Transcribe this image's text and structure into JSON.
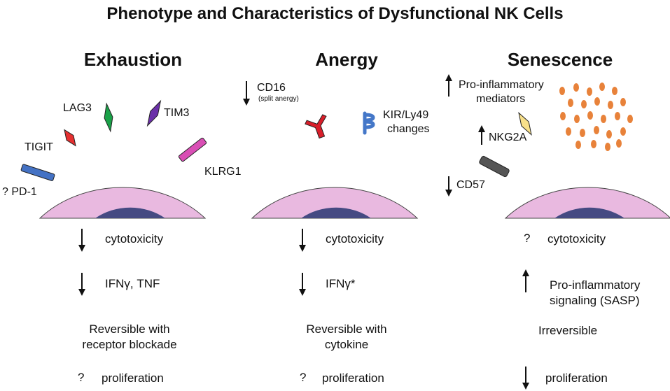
{
  "title": "Phenotype and Characteristics of Dysfunctional NK Cells",
  "columns": {
    "exhaustion": {
      "heading": "Exhaustion",
      "receptors": {
        "pd1": "? PD-1",
        "tigit": "TIGIT",
        "lag3": "LAG3",
        "tim3": "TIM3",
        "klrg1": "KLRG1"
      },
      "rows": {
        "cytotoxicity": "cytotoxicity",
        "cytokines": "IFNγ, TNF",
        "reversibility_line1": "Reversible with",
        "reversibility_line2": "receptor blockade",
        "proliferation_mark": "?",
        "proliferation": "proliferation"
      }
    },
    "anergy": {
      "heading": "Anergy",
      "receptors": {
        "cd16": "CD16",
        "cd16_note": "(split anergy)",
        "kir_line1": "KIR/Ly49",
        "kir_line2": "changes"
      },
      "rows": {
        "cytotoxicity": "cytotoxicity",
        "cytokines": "IFNγ*",
        "reversibility_line1": "Reversible with",
        "reversibility_line2": "cytokine",
        "proliferation_mark": "?",
        "proliferation": "proliferation"
      }
    },
    "senescence": {
      "heading": "Senescence",
      "receptors": {
        "mediators_line1": "Pro-inflammatory",
        "mediators_line2": "mediators",
        "nkg2a": "NKG2A",
        "cd57": "CD57"
      },
      "rows": {
        "cytotoxicity_mark": "?",
        "cytotoxicity": "cytotoxicity",
        "signaling_line1": "Pro-inflammatory",
        "signaling_line2": "signaling (SASP)",
        "reversibility": "Irreversible",
        "proliferation": "proliferation"
      }
    }
  },
  "colors": {
    "cell_body": "#e9b9e0",
    "nucleus": "#454a82",
    "pd1": "#4472c4",
    "tigit": "#e53030",
    "lag3": "#1aa148",
    "tim3": "#6a2fa8",
    "klrg1": "#d94fb5",
    "cd16": "#d81e2a",
    "kir": "#4477c8",
    "nkg2a": "#f8e08a",
    "cd57": "#555555",
    "mediators": "#e8823a"
  },
  "icons": {
    "down_arrow": "down-arrow-icon",
    "up_arrow": "up-arrow-icon"
  }
}
